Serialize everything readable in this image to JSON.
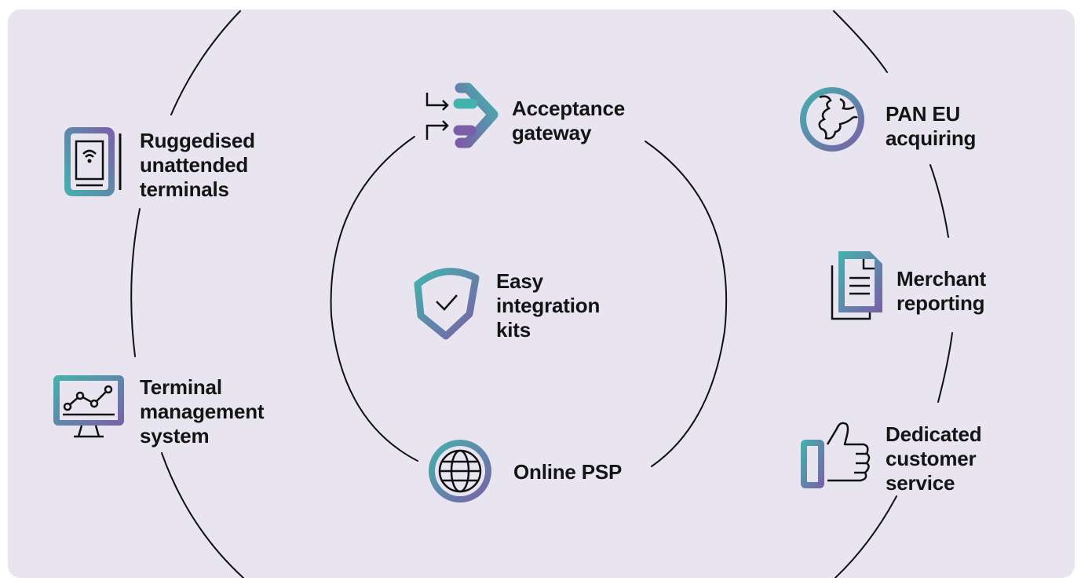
{
  "diagram": {
    "colors": {
      "background": "#e8e5f0",
      "line": "#111111",
      "gradient_start": "#43b3ad",
      "gradient_end": "#7b5ea7"
    },
    "items": {
      "ruggedised": {
        "label": "Ruggedised\nunattended\nterminals",
        "icon": "terminal-wifi-icon"
      },
      "terminal_management": {
        "label": "Terminal\nmanagement\nsystem",
        "icon": "monitor-chart-icon"
      },
      "acceptance_gateway": {
        "label": "Acceptance\ngateway",
        "icon": "gateway-arrows-icon"
      },
      "easy_integration": {
        "label": "Easy\nintegration\nkits",
        "icon": "shield-check-icon"
      },
      "online_psp": {
        "label": "Online PSP",
        "icon": "globe-icon"
      },
      "pan_eu": {
        "label": "PAN EU\nacquiring",
        "icon": "world-map-icon"
      },
      "merchant_reporting": {
        "label": "Merchant\nreporting",
        "icon": "document-icon"
      },
      "customer_service": {
        "label": "Dedicated\ncustomer\nservice",
        "icon": "thumbs-up-icon"
      }
    }
  }
}
